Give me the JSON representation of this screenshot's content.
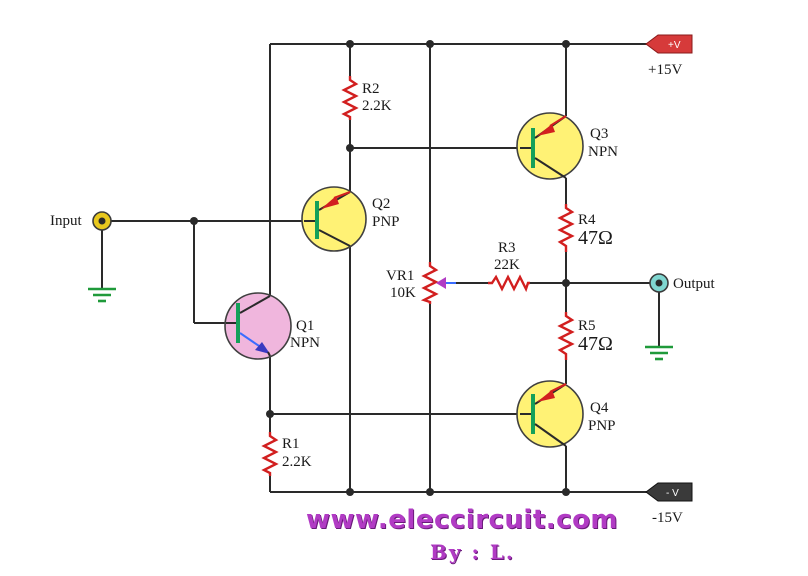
{
  "labels": {
    "input": "Input",
    "output": "Output",
    "plus_rail_tag": "+V",
    "plus_rail_value": "+15V",
    "minus_rail_tag": "- V",
    "minus_rail_value": "-15V"
  },
  "components": {
    "r1": {
      "name": "R1",
      "value": "2.2K"
    },
    "r2": {
      "name": "R2",
      "value": "2.2K"
    },
    "r3": {
      "name": "R3",
      "value": "22K"
    },
    "r4": {
      "name": "R4",
      "value": "47Ω"
    },
    "r5": {
      "name": "R5",
      "value": "47Ω"
    },
    "vr1": {
      "name": "VR1",
      "value": "10K"
    },
    "q1": {
      "name": "Q1",
      "type": "NPN"
    },
    "q2": {
      "name": "Q2",
      "type": "PNP"
    },
    "q3": {
      "name": "Q3",
      "type": "NPN"
    },
    "q4": {
      "name": "Q4",
      "type": "PNP"
    }
  },
  "footer": {
    "site": "www.eleccircuit.com",
    "author": "By : L."
  },
  "colors": {
    "wire": "#2a2a2a",
    "resistor": "#d21f1f",
    "transistor_fill": "#fff275",
    "q1_fill": "#f0b6dd",
    "ground": "#1f9a3a",
    "plus_tag": "#d63a3a",
    "minus_tag": "#3a3a3a",
    "footer_text": "#b13bc4"
  }
}
